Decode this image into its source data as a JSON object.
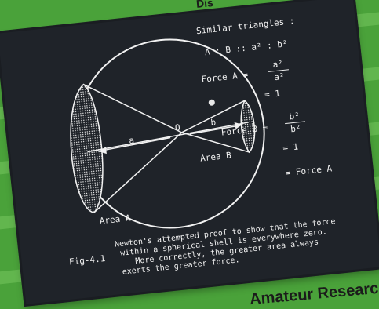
{
  "page": {
    "top_caption": "Dis",
    "footer_caption": "Amateur Researc"
  },
  "screen": {
    "title": "Similar triangles :",
    "ratio": "A : B :: a² : b²",
    "force_a_label": "Force A  =",
    "force_a_num": "a²",
    "force_a_den": "a²",
    "force_a_eq": "= 1",
    "force_b_label": "Force B  =",
    "force_b_num": "b²",
    "force_b_den": "b²",
    "force_b_eq": "= 1",
    "force_final": "=  Force A",
    "center_label": "O",
    "a_label": "a",
    "b_label": "b",
    "area_a_label": "Area  A",
    "area_b_label": "Area  B",
    "fig_label": "Fig-4.1",
    "caption_lines": [
      "Newton's attempted proof to show that the force",
      "within a spherical shell is everywhere zero.",
      "More correctly, the greater area always",
      "exerts the greater force."
    ]
  },
  "colors": {
    "screen_bg": "#1f2329",
    "line": "#f1f1f1",
    "accent": "#4aa23a"
  }
}
